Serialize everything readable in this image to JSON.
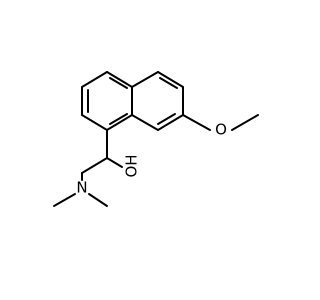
{
  "molecule": {
    "atom_labels": {
      "oxygen_methoxy": "O",
      "oxygen_hydroxyl": "OH",
      "nitrogen_amine": "N"
    },
    "colors": {
      "bond": "#000000",
      "background": "#ffffff",
      "label": "#000000"
    }
  }
}
